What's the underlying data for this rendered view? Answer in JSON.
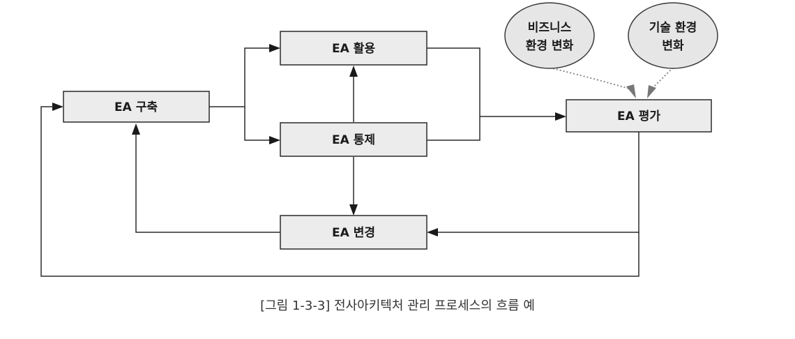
{
  "nodes": {
    "build": "EA 구축",
    "use": "EA 활용",
    "control": "EA 통제",
    "change": "EA 변경",
    "evaluate": "EA 평가"
  },
  "factors": {
    "business": [
      "비즈니스",
      "환경 변화"
    ],
    "technology": [
      "기술 환경",
      "변화"
    ]
  },
  "caption": "[그림 1-3-3] 전사아키텍처 관리 프로세스의 흐름 예"
}
